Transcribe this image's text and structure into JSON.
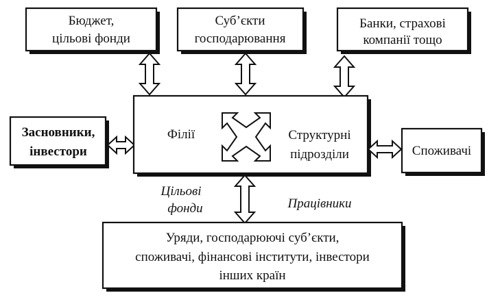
{
  "boxes": {
    "budget": {
      "line1": "Бюджет,",
      "line2": "цільові фонди"
    },
    "entities": {
      "line1": "Суб’єкти",
      "line2": "господарювання"
    },
    "banks": {
      "line1": "Банки, страхові",
      "line2": "компанії тощо"
    },
    "founders": {
      "line1": "Засновники,",
      "line2": "інвестори"
    },
    "center": {
      "branches": "Філії",
      "units_line1": "Структурні",
      "units_line2": "підрозділи"
    },
    "consumers": {
      "label": "Споживачі"
    },
    "foreign": {
      "line1": "Уряди, господарюючі суб’єкти,",
      "line2": "споживачі, фінансові інститути, інвестори",
      "line3": "інших країн"
    }
  },
  "labels": {
    "target_funds_line1": "Цільові",
    "target_funds_line2": "фонди",
    "workers": "Працівники"
  }
}
